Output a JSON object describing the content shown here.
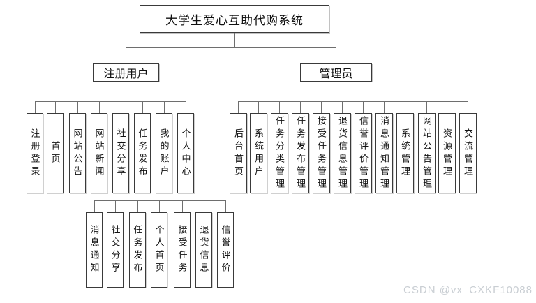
{
  "diagram": {
    "root": "大学生爱心互助代购系统",
    "branches": [
      {
        "label": "注册用户",
        "children": [
          "注册登录",
          "首页",
          "网站公告",
          "网站新闻",
          "社交分享",
          "任务发布",
          "我的账户",
          "个人中心"
        ]
      },
      {
        "label": "管理员",
        "children": [
          "后台首页",
          "系统用户",
          "任务分类管理",
          "任务发布管理",
          "接受任务管理",
          "退货信息管理",
          "信誉评价管理",
          "消息通知管理",
          "系统管理",
          "网站公告管理",
          "资源管理",
          "交流管理"
        ]
      }
    ],
    "personal_center": {
      "parent": "个人中心",
      "children": [
        "消息通知",
        "社交分享",
        "任务发布",
        "个人首页",
        "接受任务",
        "退货信息",
        "信誉评价"
      ]
    }
  },
  "watermark": "CSDN @vx_CXKF10088",
  "colors": {
    "background": "#ffffff",
    "box_border": "#3a3a3a",
    "connector": "#6e6e6e",
    "text": "#111111",
    "watermark_text": "#c9ced3"
  }
}
